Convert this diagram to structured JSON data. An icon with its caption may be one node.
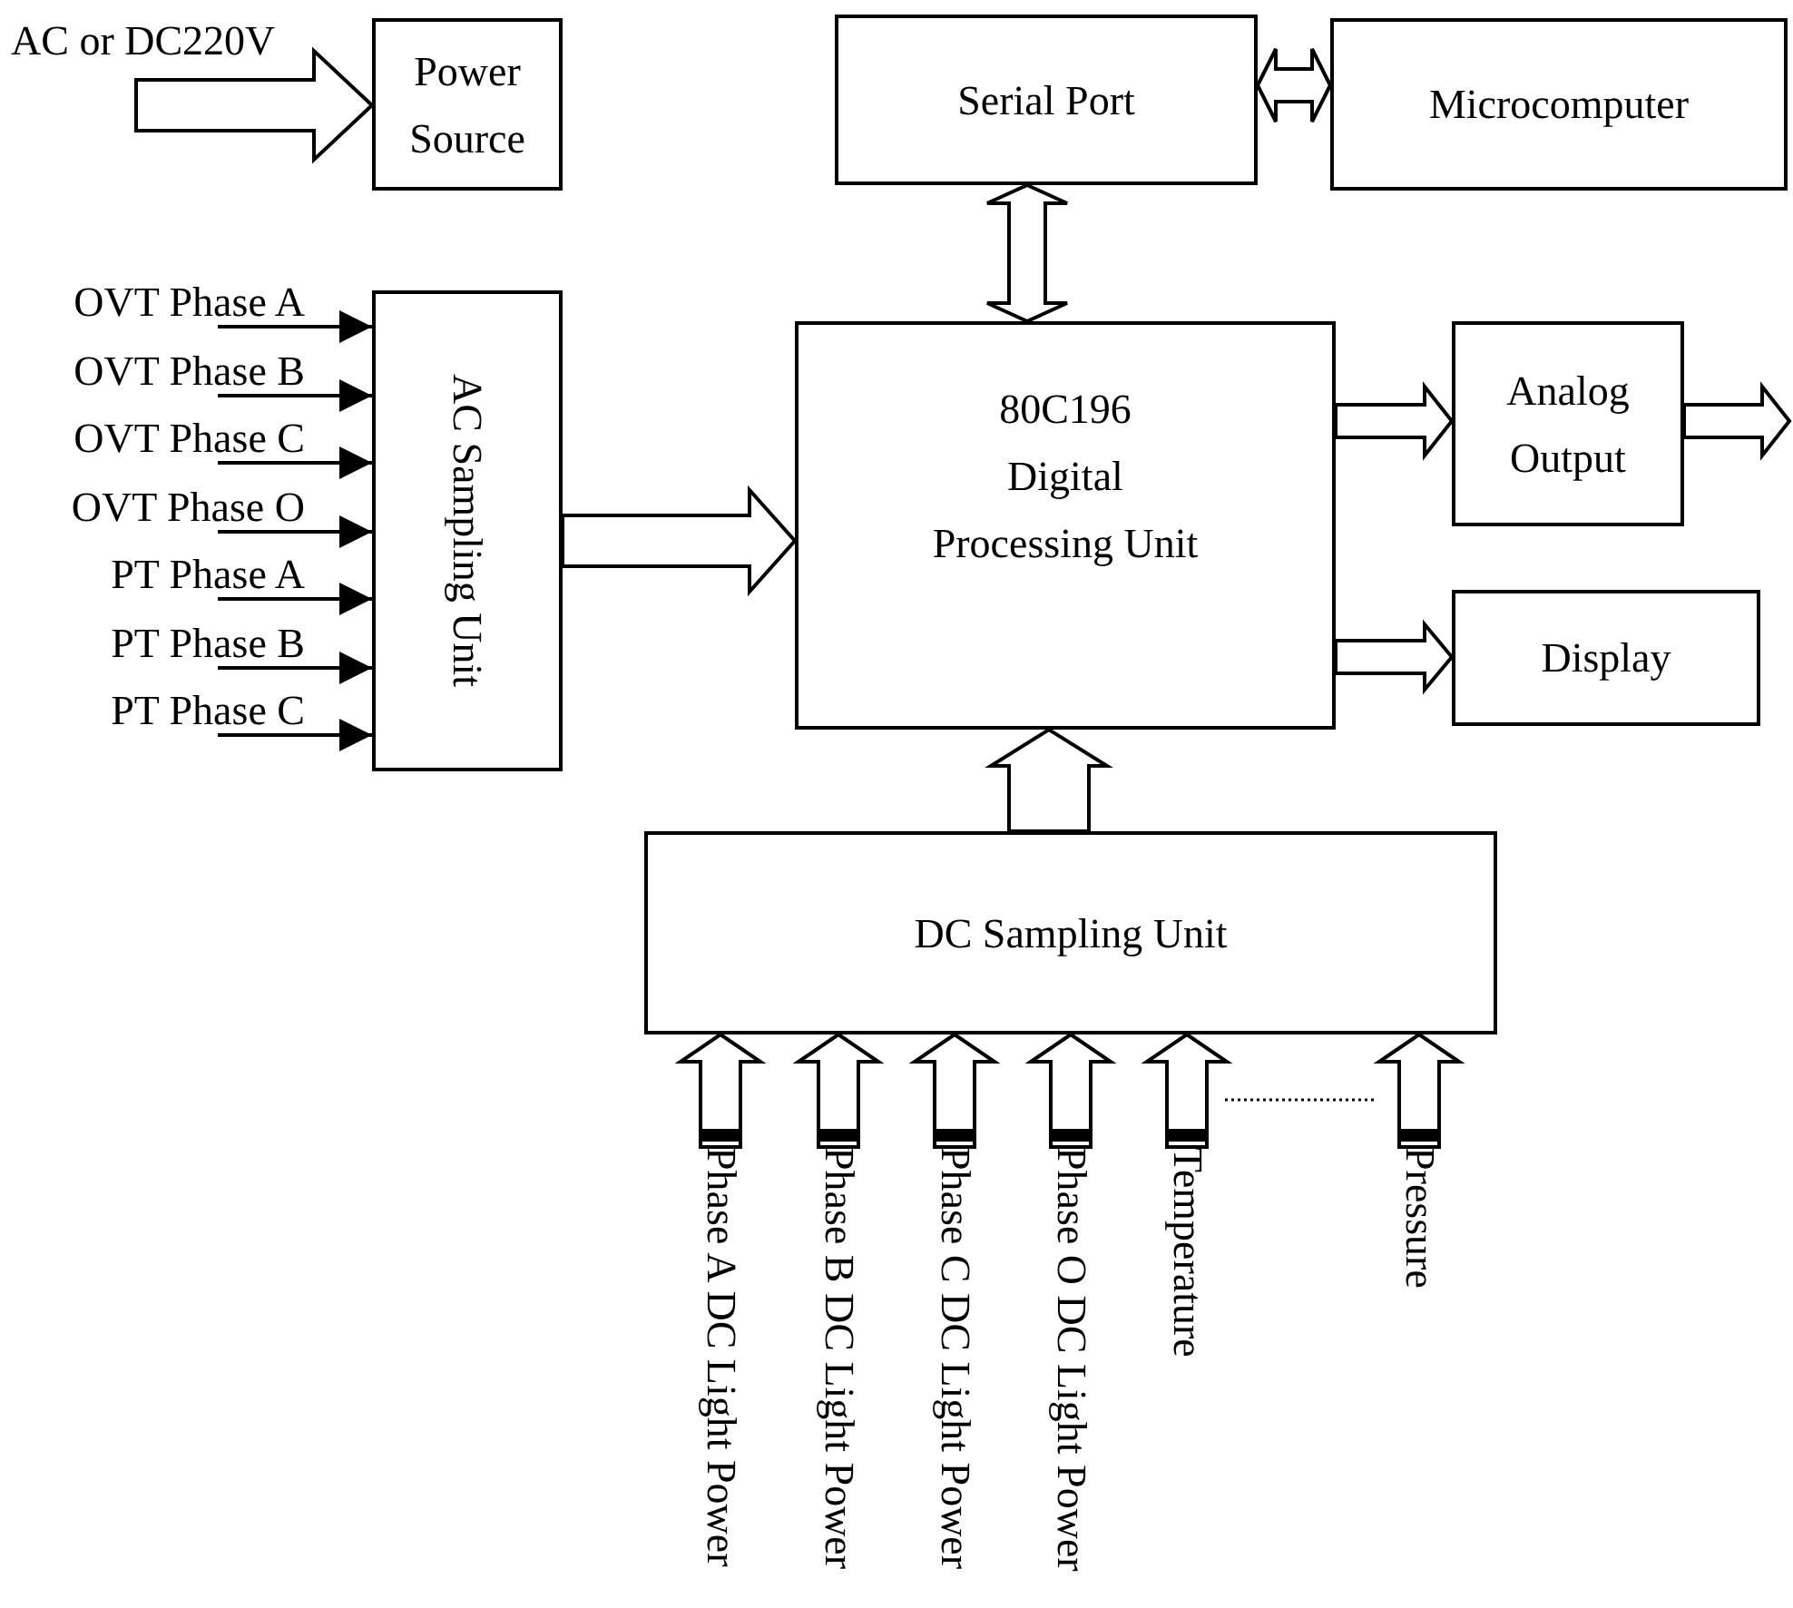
{
  "diagram": {
    "nodes": [
      {
        "text": [
          "AC or DC220V"
        ]
      },
      {
        "text": [
          "Power Source"
        ]
      },
      {
        "text": [
          "Serial Port"
        ]
      },
      {
        "text": [
          "Microcomputer"
        ]
      },
      {
        "text": [
          "OVT Phase A"
        ]
      },
      {
        "text": [
          "OVT Phase B"
        ]
      },
      {
        "text": [
          "OVT Phase C"
        ]
      },
      {
        "text": [
          "OVT Phase O"
        ]
      },
      {
        "text": [
          "PT Phase A"
        ]
      },
      {
        "text": [
          "PT Phase B"
        ]
      },
      {
        "text": [
          "PT Phase C"
        ]
      },
      {
        "text": [
          "AC Sampling Unit"
        ]
      },
      {
        "text": [
          "80C196",
          "Digital Processing Unit"
        ]
      },
      {
        "text": [
          "Analog Output"
        ]
      },
      {
        "text": [
          "Display"
        ]
      },
      {
        "text": [
          "DC Sampling Unit"
        ]
      },
      {
        "text": [
          "Phase A DC Light Power"
        ]
      },
      {
        "text": [
          "Phase B DC Light Power"
        ]
      },
      {
        "text": [
          "Phase C DC Light Power"
        ]
      },
      {
        "text": [
          "Phase O DC Light Power"
        ]
      },
      {
        "text": [
          "Temperature"
        ]
      },
      {
        "text": [
          "Pressure"
        ]
      }
    ],
    "edges": [
      {
        "from": 0,
        "to": 1,
        "arrow": "to",
        "style": "thick"
      },
      {
        "from": 2,
        "to": 3,
        "arrow": "both",
        "style": "thick"
      },
      {
        "from": 2,
        "to": 12,
        "arrow": "both",
        "style": "thick"
      },
      {
        "from": 4,
        "to": 11,
        "arrow": "to"
      },
      {
        "from": 5,
        "to": 11,
        "arrow": "to"
      },
      {
        "from": 6,
        "to": 11,
        "arrow": "to"
      },
      {
        "from": 7,
        "to": 11,
        "arrow": "to"
      },
      {
        "from": 8,
        "to": 11,
        "arrow": "to"
      },
      {
        "from": 9,
        "to": 11,
        "arrow": "to"
      },
      {
        "from": 10,
        "to": 11,
        "arrow": "to"
      },
      {
        "from": 11,
        "to": 12,
        "arrow": "to",
        "style": "thick"
      },
      {
        "from": 12,
        "to": 13,
        "arrow": "to",
        "style": "thick"
      },
      {
        "from": 13,
        "to": null,
        "arrow": "to",
        "style": "thick"
      },
      {
        "from": 12,
        "to": 14,
        "arrow": "to",
        "style": "thick"
      },
      {
        "from": 15,
        "to": 12,
        "arrow": "to",
        "style": "thick"
      },
      {
        "from": 16,
        "to": 15,
        "arrow": "to",
        "style": "thick"
      },
      {
        "from": 17,
        "to": 15,
        "arrow": "to",
        "style": "thick"
      },
      {
        "from": 18,
        "to": 15,
        "arrow": "to",
        "style": "thick"
      },
      {
        "from": 19,
        "to": 15,
        "arrow": "to",
        "style": "thick"
      },
      {
        "from": 20,
        "to": 15,
        "arrow": "to",
        "style": "thick"
      },
      {
        "from": 21,
        "to": 15,
        "arrow": "to",
        "style": "thick"
      }
    ]
  }
}
